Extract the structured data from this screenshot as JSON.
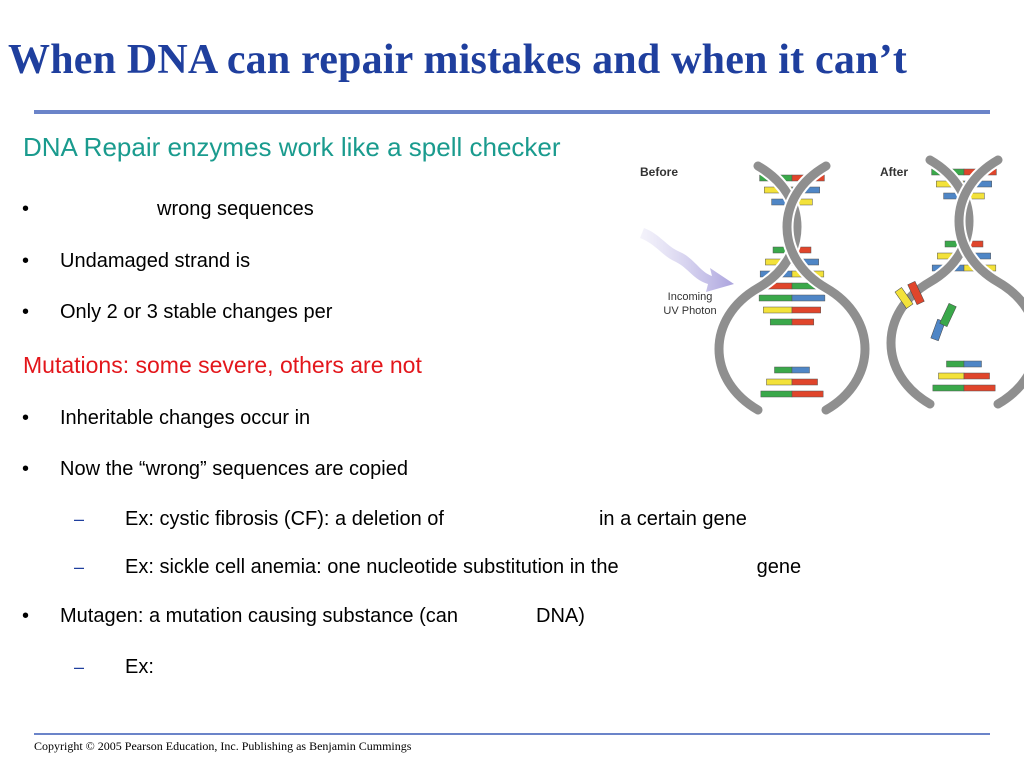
{
  "title": "When DNA can repair mistakes and when it can’t",
  "subtitle_repair": "DNA Repair enzymes work like a spell checker",
  "bullets_repair": [
    "wrong sequences",
    "Undamaged strand is",
    "Only 2 or 3 stable changes per"
  ],
  "subtitle_mutations": "Mutations:  some severe, others are not",
  "bullets_mutations": [
    "Inheritable changes occur in",
    "Now the “wrong” sequences are copied"
  ],
  "sub_bullets": [
    {
      "before": "Ex:  cystic fibrosis (CF):  a deletion of",
      "after": "in a certain gene"
    },
    {
      "before": "Ex:  sickle cell anemia:  one nucleotide substitution in the",
      "after": "gene"
    }
  ],
  "mutagen": {
    "before": "Mutagen:  a mutation causing substance (can",
    "after": "DNA)"
  },
  "mutagen_example": "Ex:",
  "figure": {
    "before_label": "Before",
    "after_label": "After",
    "photon_label_line1": "Incoming",
    "photon_label_line2": "UV Photon"
  },
  "footer": "Copyright © 2005 Pearson Education, Inc. Publishing as Benjamin Cummings",
  "colors": {
    "title": "#1f3f9e",
    "teal": "#1a9b8e",
    "red": "#e3161b",
    "rule": "#6b84c9",
    "base_green": "#3aa84a",
    "base_yellow": "#f3e23a",
    "base_blue": "#4f86c6",
    "base_red": "#e0452b"
  }
}
